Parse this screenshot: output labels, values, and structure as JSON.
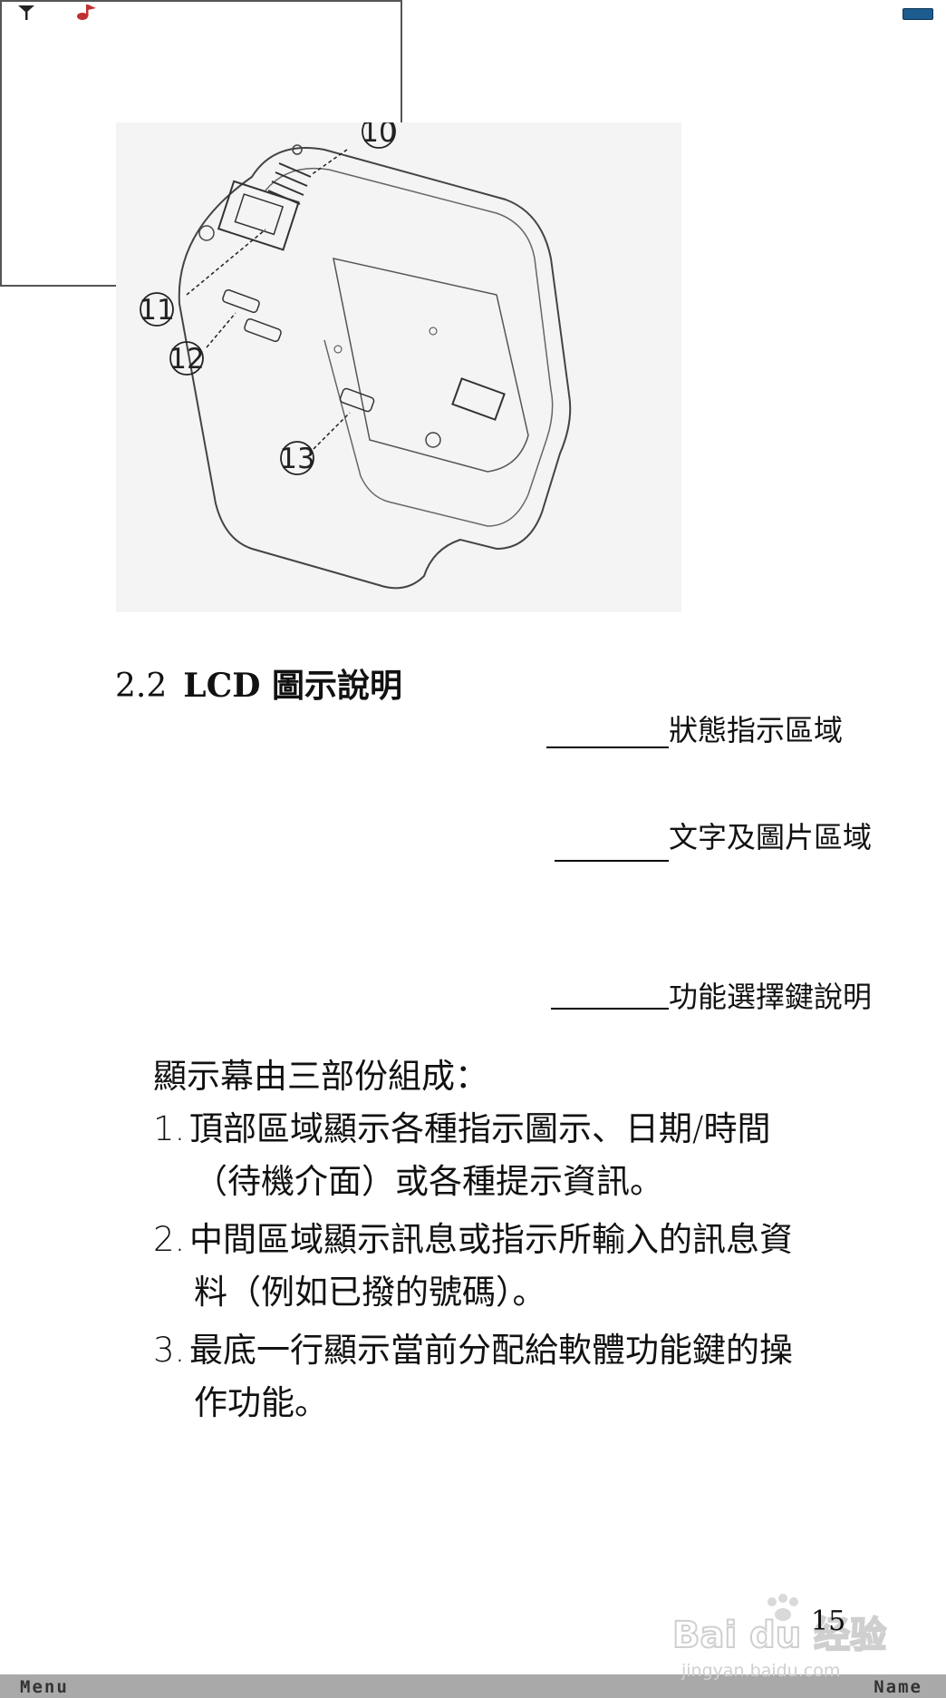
{
  "figure": {
    "callouts": [
      "10",
      "11",
      "12",
      "13"
    ]
  },
  "section": {
    "number": "2.2",
    "title": "LCD 圖示說明"
  },
  "lcd": {
    "soft_left": "Menu",
    "soft_right": "Name",
    "icons": [
      "signal-icon",
      "music-note-icon",
      "battery-icon"
    ]
  },
  "labels": {
    "status_area": "狀態指示區域",
    "text_area": "文字及圖片區域",
    "softkey_area": "功能選擇鍵說明"
  },
  "body": {
    "intro": "顯示幕由三部份組成：",
    "items": [
      {
        "num": "1.",
        "line1": "頂部區域顯示各種指示圖示、日期/時間",
        "line2": "（待機介面）或各種提示資訊。"
      },
      {
        "num": "2.",
        "line1": "中間區域顯示訊息或指示所輸入的訊息資",
        "line2": "料（例如已撥的號碼）。"
      },
      {
        "num": "3.",
        "line1": "最底一行顯示當前分配給軟體功能鍵的操",
        "line2": "作功能。"
      }
    ]
  },
  "page_number": "15",
  "watermark": {
    "brand": "Bai du 经验",
    "url": "jingyan.baidu.com"
  }
}
